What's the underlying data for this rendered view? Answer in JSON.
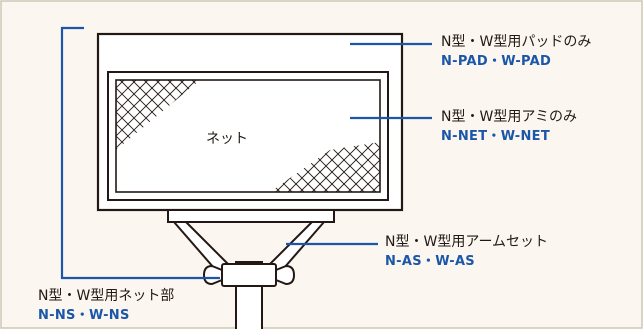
{
  "colors": {
    "background": "#fbf7f0",
    "border": "#cfc6b6",
    "stroke": "#231815",
    "leader": "#1b56a8",
    "code_text": "#1b56a8"
  },
  "net_label": "ネット",
  "callouts": {
    "pad": {
      "jp": "N型・W型用パッドのみ",
      "code": "N-PAD・W-PAD"
    },
    "net": {
      "jp": "N型・W型用アミのみ",
      "code": "N-NET・W-NET"
    },
    "arm": {
      "jp": "N型・W型用アームセット",
      "code": "N-AS・W-AS"
    },
    "net_part": {
      "jp": "N型・W型用ネット部",
      "code": "N-NS・W-NS"
    }
  }
}
